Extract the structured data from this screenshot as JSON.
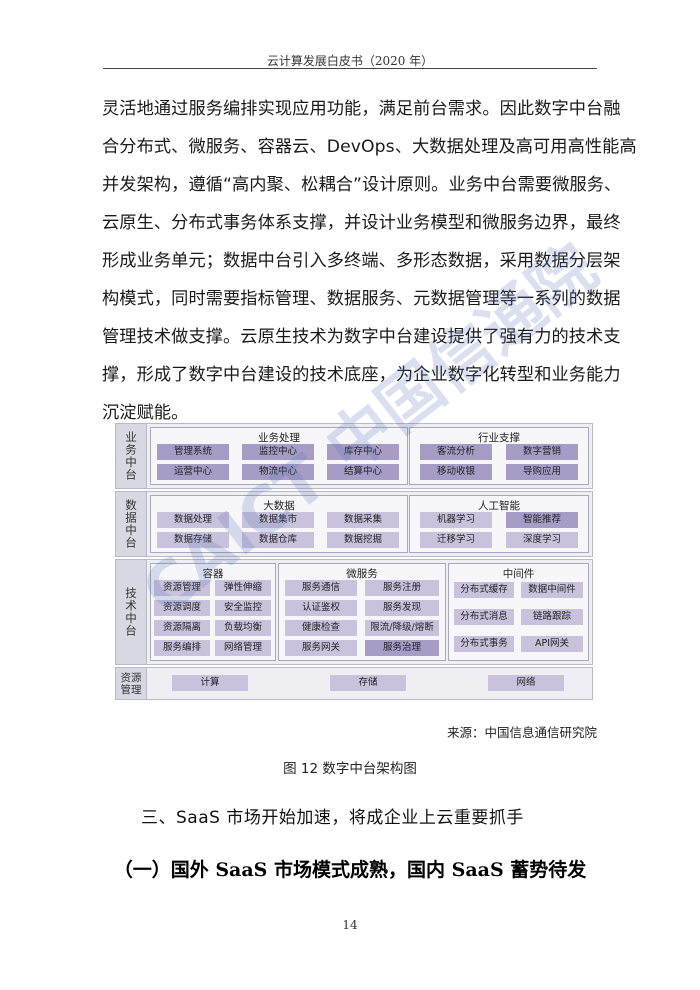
{
  "header": {
    "title": "云计算发展白皮书（2020 年）"
  },
  "paragraph": [
    "灵活地通过服务编排实现应用功能，满足前台需求。因此数字中台融",
    "合分布式、微服务、容器云、DevOps、大数据处理及高可用高性能高",
    "并发架构，遵循“高内聚、松耦合”设计原则。业务中台需要微服务、",
    "云原生、分布式事务体系支撑，并设计业务模型和微服务边界，最终",
    "形成业务单元；数据中台引入多终端、多形态数据，采用数据分层架",
    "构模式，同时需要指标管理、数据服务、元数据管理等一系列的数据",
    "管理技术做支撑。云原生技术为数字中台建设提供了强有力的技术支",
    "撑，形成了数字中台建设的技术底座，为企业数字化转型和业务能力",
    "沉淀赋能。"
  ],
  "diagram": {
    "rows": {
      "business": {
        "label": "业务中台",
        "left": {
          "title": "业务处理",
          "items": [
            "管理系统",
            "监控中心",
            "库存中心",
            "运营中心",
            "物流中心",
            "结算中心"
          ]
        },
        "right": {
          "title": "行业支撑",
          "items": [
            "客流分析",
            "数字营销",
            "移动收银",
            "导购应用"
          ]
        }
      },
      "data": {
        "label": "数据中台",
        "left": {
          "title": "大数据",
          "items": [
            "数据处理",
            "数据集市",
            "数据采集",
            "数据存储",
            "数据仓库",
            "数据挖掘"
          ]
        },
        "right": {
          "title": "人工智能",
          "items": [
            "机器学习",
            "智能推荐",
            "迁移学习",
            "深度学习"
          ]
        }
      },
      "tech": {
        "label": "技术中台",
        "container": {
          "title": "容器",
          "items": [
            "资源管理",
            "弹性伸缩",
            "资源调度",
            "安全监控",
            "资源隔离",
            "负载均衡",
            "服务编排",
            "网络管理"
          ]
        },
        "microservice": {
          "title": "微服务",
          "items": [
            "服务通信",
            "服务注册",
            "认证鉴权",
            "服务发现",
            "健康检查",
            "限流/降级/熔断",
            "服务网关",
            "服务治理"
          ]
        },
        "middleware": {
          "title": "中间件",
          "items": [
            "分布式缓存",
            "数据中间件",
            "分布式消息",
            "链路跟踪",
            "分布式事务",
            "API网关"
          ]
        }
      },
      "resource": {
        "label": "资源管理",
        "items": [
          "计算",
          "存储",
          "网络"
        ]
      }
    }
  },
  "source": "来源：中国信息通信研究院",
  "caption": "图 12  数字中台架构图",
  "section_heading": "三、SaaS 市场开始加速，将成企业上云重要抓手",
  "subsection_heading": "（一）国外 SaaS 市场模式成熟，国内 SaaS 蓄势待发",
  "page_number": "14",
  "watermark": "CAICT 中国信通院"
}
